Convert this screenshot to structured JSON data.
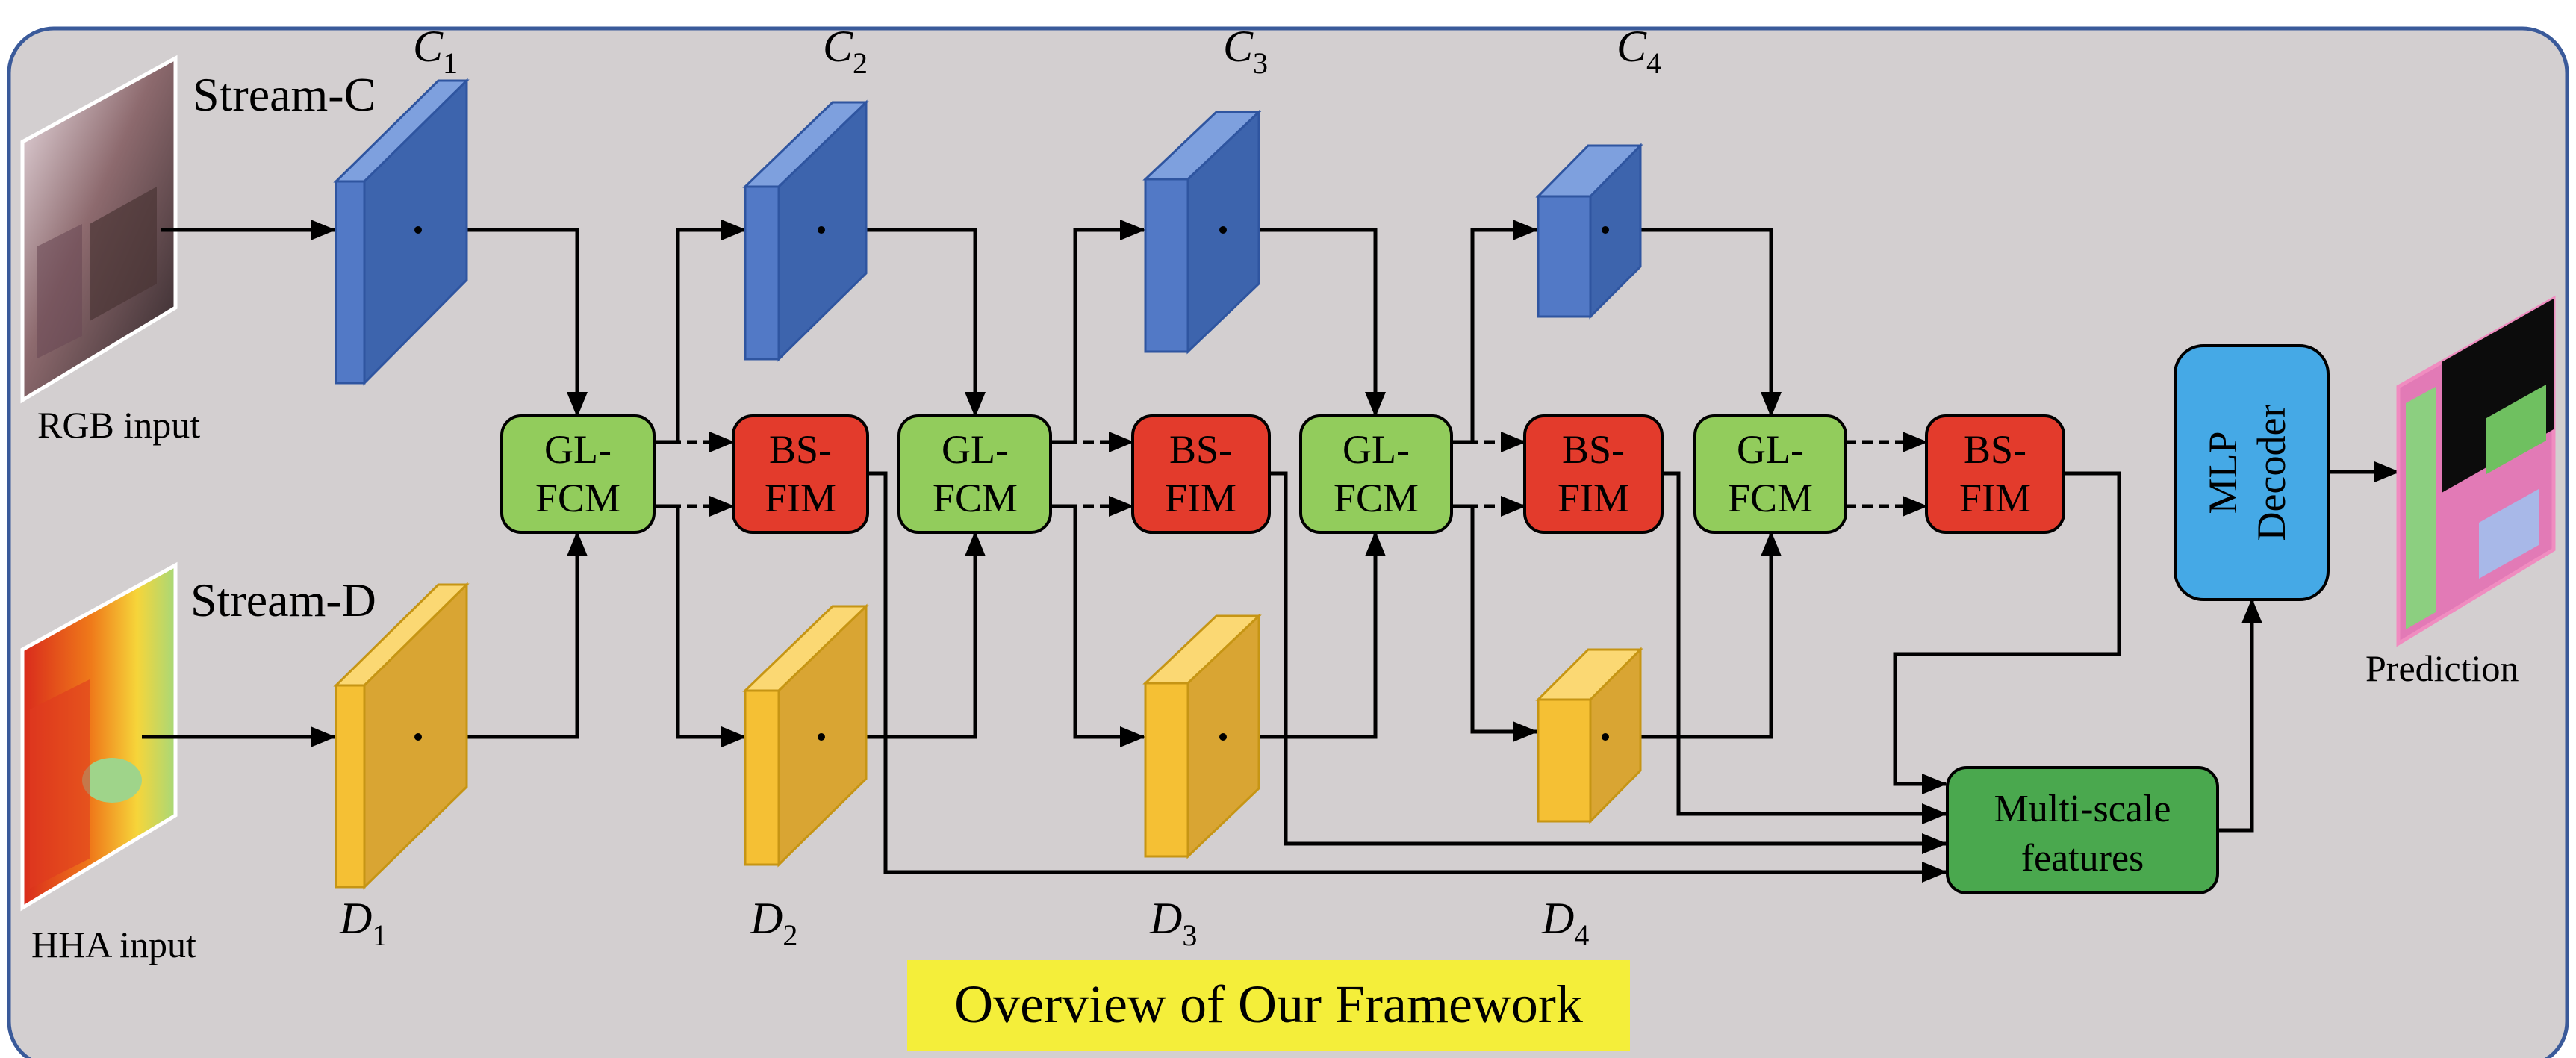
{
  "title": "Overview of Our Framework",
  "streams": {
    "color": "Stream-C",
    "depth": "Stream-D"
  },
  "inputs": {
    "rgb_label": "RGB input",
    "hha_label": "HHA input"
  },
  "output": {
    "label": "Prediction"
  },
  "color_features": [
    {
      "base": "C",
      "sub": "1"
    },
    {
      "base": "C",
      "sub": "2"
    },
    {
      "base": "C",
      "sub": "3"
    },
    {
      "base": "C",
      "sub": "4"
    }
  ],
  "depth_features": [
    {
      "base": "D",
      "sub": "1"
    },
    {
      "base": "D",
      "sub": "2"
    },
    {
      "base": "D",
      "sub": "3"
    },
    {
      "base": "D",
      "sub": "4"
    }
  ],
  "glfcm": [
    {
      "line1": "GL-",
      "line2": "FCM"
    },
    {
      "line1": "GL-",
      "line2": "FCM"
    },
    {
      "line1": "GL-",
      "line2": "FCM"
    },
    {
      "line1": "GL-",
      "line2": "FCM"
    }
  ],
  "bsfim": [
    {
      "line1": "BS-",
      "line2": "FIM"
    },
    {
      "line1": "BS-",
      "line2": "FIM"
    },
    {
      "line1": "BS-",
      "line2": "FIM"
    },
    {
      "line1": "BS-",
      "line2": "FIM"
    }
  ],
  "decoder": {
    "line1": "MLP",
    "line2": "Decoder"
  },
  "multiscale": {
    "line1": "Multi-scale",
    "line2": "features"
  },
  "colors": {
    "background": "#d3cfd0",
    "border": "#3a5a9a",
    "color_block": "#4f77c0",
    "depth_block": "#f5c034",
    "glfcm": "#92cc5c",
    "bsfim": "#e33b2c",
    "decoder": "#45a9e6",
    "multiscale": "#4aa84e",
    "title_bg": "#f4ee3a"
  }
}
